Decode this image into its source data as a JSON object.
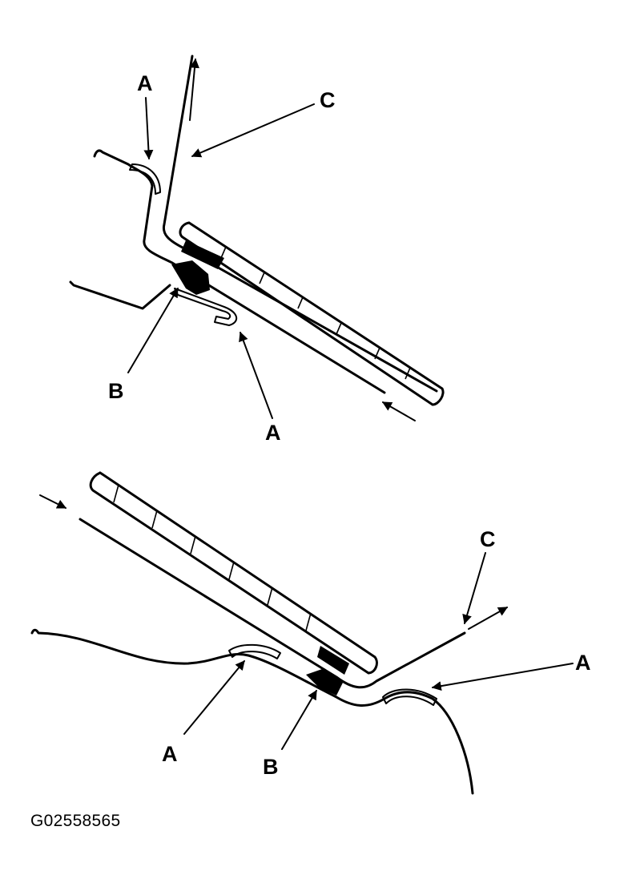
{
  "colors": {
    "ink": "#000000",
    "background": "#ffffff"
  },
  "figure_id": "G02558565",
  "top_view": {
    "label_a_upper": "A",
    "label_a_lower": "A",
    "label_b": "B",
    "label_c": "C"
  },
  "bottom_view": {
    "label_a_left": "A",
    "label_a_right": "A",
    "label_b": "B",
    "label_c": "C"
  }
}
